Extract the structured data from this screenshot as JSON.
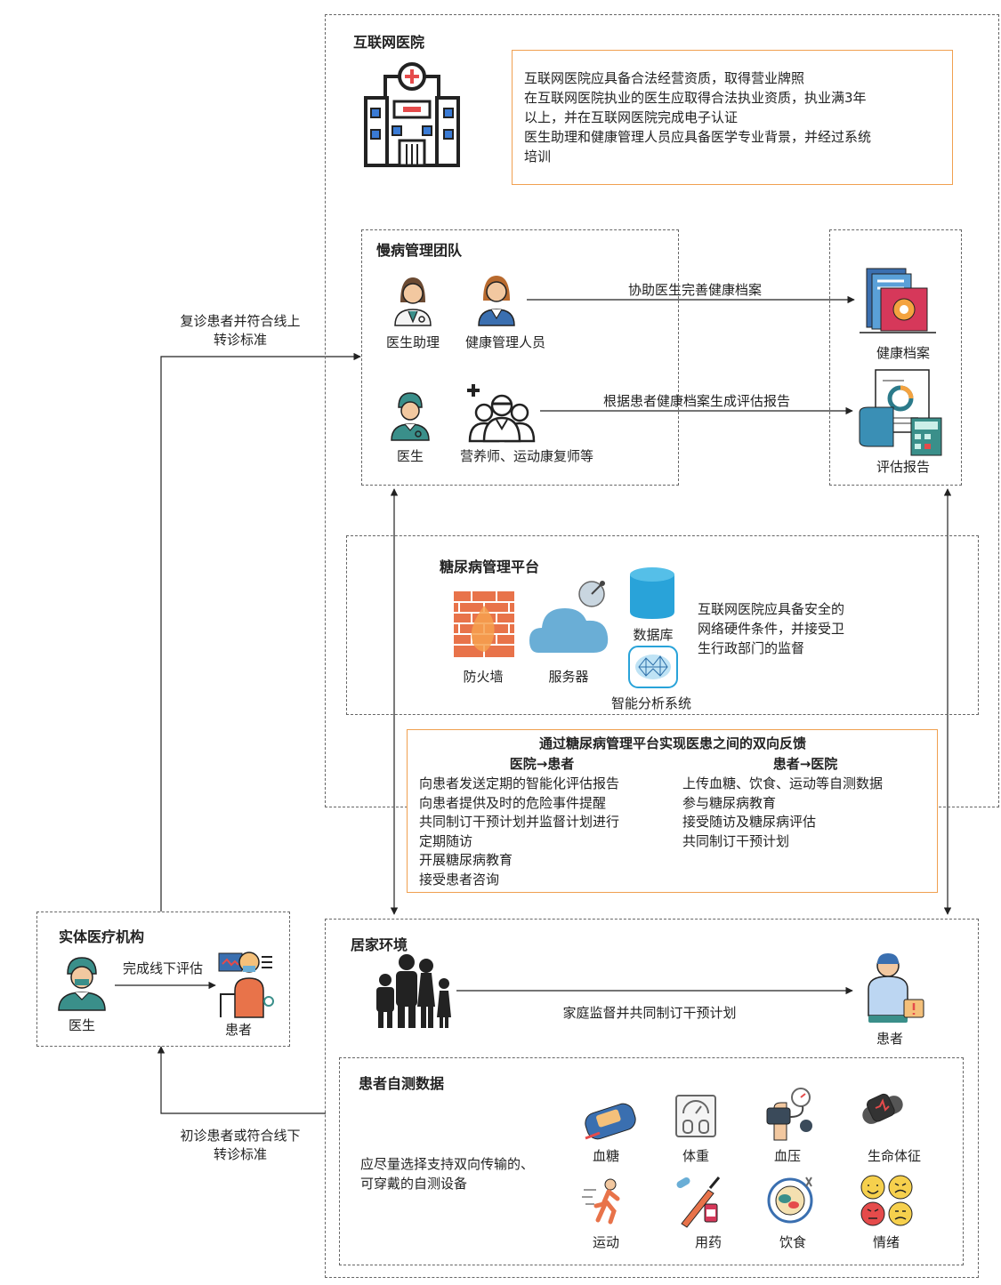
{
  "internet_hospital": {
    "title": "互联网医院",
    "requirements": [
      "互联网医院应具备合法经营资质，取得营业牌照",
      "在互联网医院执业的医生应取得合法执业资质，执业满3年",
      "以上，并在互联网医院完成电子认证",
      "医生助理和健康管理人员应具备医学专业背景，并经过系统",
      "培训"
    ]
  },
  "chronic_team": {
    "title": "慢病管理团队",
    "members": [
      "医生助理",
      "健康管理人员",
      "医生",
      "营养师、运动康复师等"
    ]
  },
  "outputs": {
    "record": "健康档案",
    "report": "评估报告"
  },
  "flows": {
    "assist_record": "协助医生完善健康档案",
    "gen_report": "根据患者健康档案生成评估报告",
    "revisit_1": "复诊患者并符合线上",
    "revisit_2": "转诊标准",
    "first_1": "初诊患者或符合线下",
    "first_2": "转诊标准",
    "offline_eval": "完成线下评估",
    "family_monitor": "家庭监督并共同制订干预计划"
  },
  "platform": {
    "title": "糖尿病管理平台",
    "components": [
      "防火墙",
      "服务器",
      "数据库",
      "智能分析系统"
    ],
    "note": [
      "互联网医院应具备安全的",
      "网络硬件条件，并接受卫",
      "生行政部门的监督"
    ]
  },
  "feedback": {
    "title": "通过糖尿病管理平台实现医患之间的双向反馈",
    "left_head": "医院→患者",
    "left_items": [
      "向患者发送定期的智能化评估报告",
      "向患者提供及时的危险事件提醒",
      "共同制订干预计划并监督计划进行",
      "定期随访",
      "开展糖尿病教育",
      "接受患者咨询"
    ],
    "right_head": "患者→医院",
    "right_items": [
      "上传血糖、饮食、运动等自测数据",
      "参与糖尿病教育",
      "接受随访及糖尿病评估",
      "共同制订干预计划"
    ]
  },
  "physical": {
    "title": "实体医疗机构",
    "doctor": "医生",
    "patient": "患者"
  },
  "home": {
    "title": "居家环境",
    "patient": "患者"
  },
  "self_test": {
    "title": "患者自测数据",
    "note": [
      "应尽量选择支持双向传输的、",
      "可穿戴的自测设备"
    ],
    "items": [
      "血糖",
      "体重",
      "血压",
      "生命体征",
      "运动",
      "用药",
      "饮食",
      "情绪"
    ]
  },
  "colors": {
    "orange_border": "#f0a050",
    "teal": "#3a8f8a",
    "brick": "#e8734a",
    "cloud": "#6aaed6",
    "db": "#29a3d9"
  }
}
